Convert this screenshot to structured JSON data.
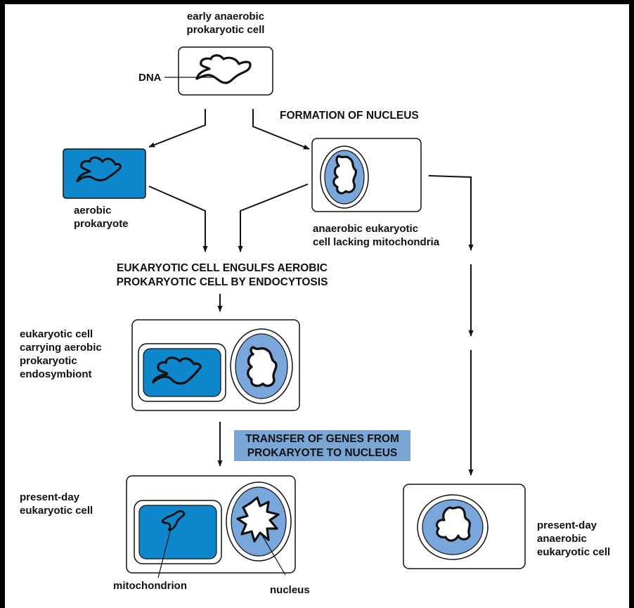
{
  "labels": {
    "top_cell": "early anaerobic\nprokaryotic cell",
    "dna": "DNA",
    "formation_nucleus": "FORMATION OF NUCLEUS",
    "aerobic_prokaryote": "aerobic\nprokaryote",
    "anaerobic_eukaryote": "anaerobic eukaryotic\ncell lacking mitochondria",
    "engulf": "EUKARYOTIC CELL ENGULFS AEROBIC\nPROKARYOTIC CELL BY ENDOCYTOSIS",
    "carrying": "eukaryotic cell\ncarrying aerobic\nprokaryotic\nendosymbiont",
    "transfer": "TRANSFER OF GENES FROM\nPROKARYOTE TO NUCLEUS",
    "present_day_euk": "present-day\neukaryotic cell",
    "present_day_anaerobic": "present-day\nanaerobic\neukaryotic cell",
    "mitochondrion": "mitochondrion",
    "nucleus": "nucleus"
  },
  "colors": {
    "prokaryote_fill": "#0e87cc",
    "nucleus_fill": "#79a7dc",
    "highlight": "#7aa6d6",
    "line": "#111111"
  }
}
